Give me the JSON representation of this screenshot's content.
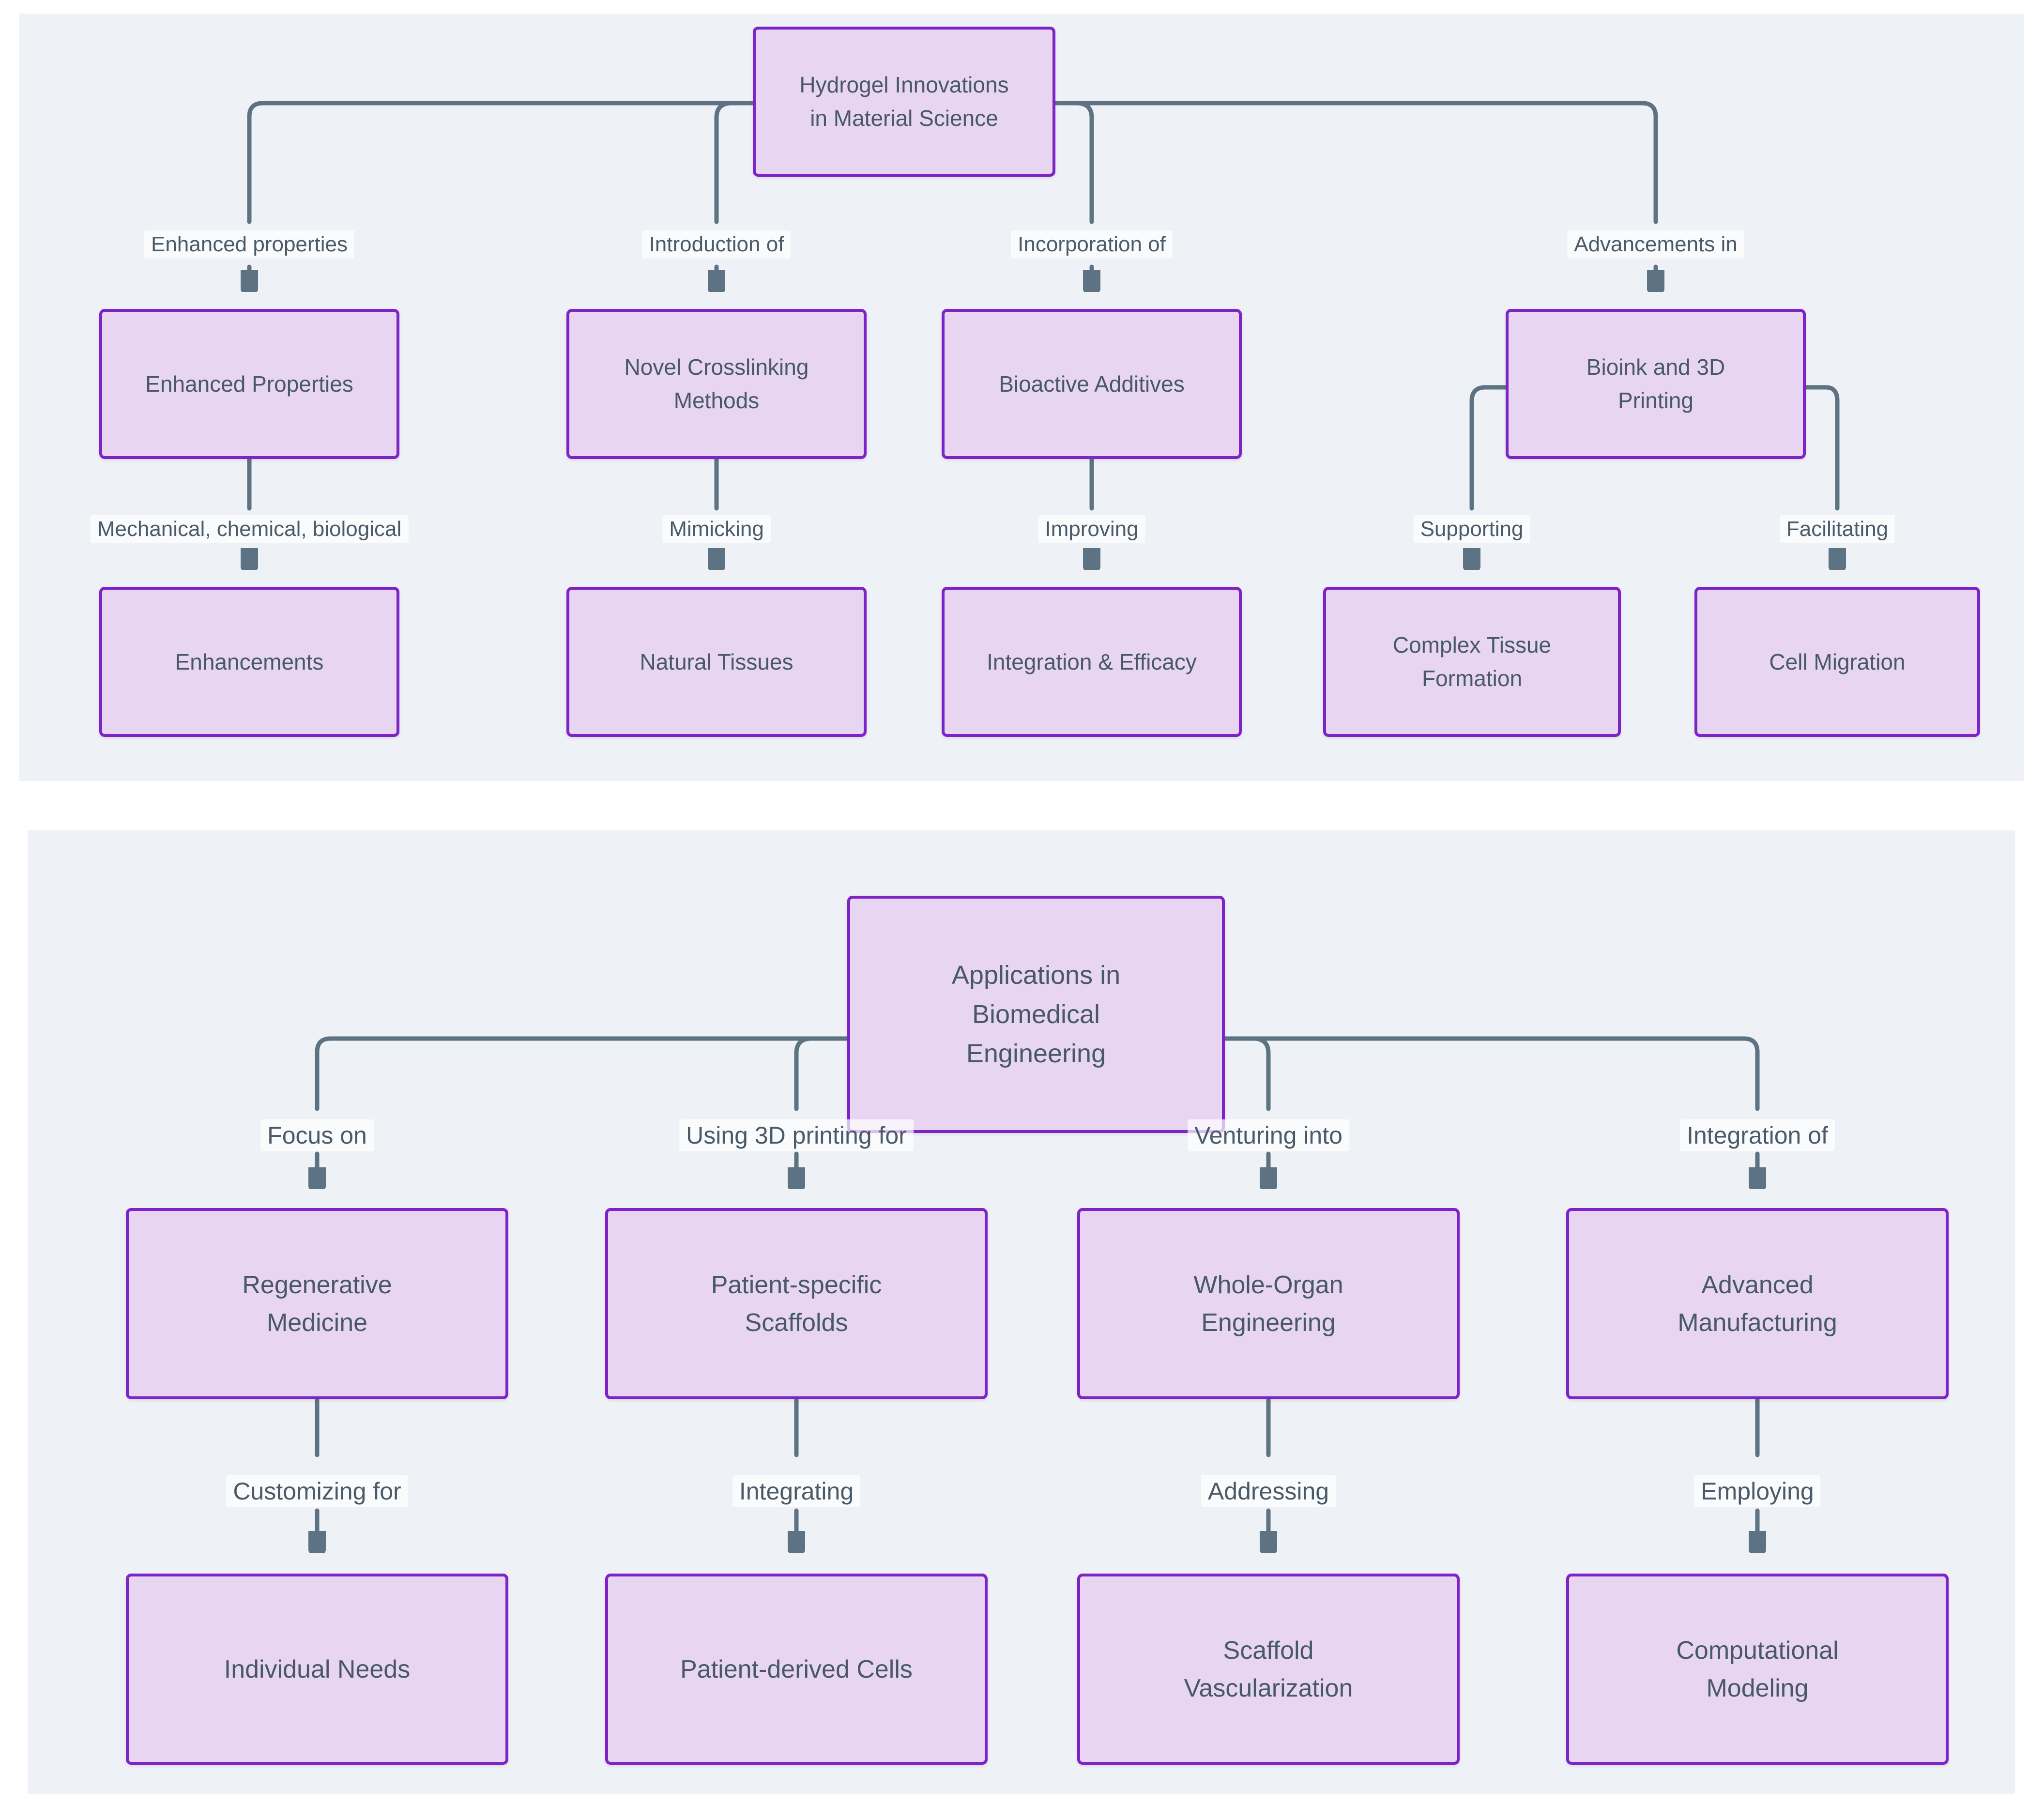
{
  "colors": {
    "panel_bg": "#eef1f5",
    "node_fill": "#e8d5f1",
    "node_border": "#7e23c8",
    "node_text": "#47586a",
    "edge": "#5d7282",
    "edge_label_text": "#4a5a68"
  },
  "diagram1": {
    "root": "Hydrogel Innovations\nin Material Science",
    "branches": [
      {
        "edge1": "Enhanced properties",
        "node1": "Enhanced Properties",
        "edge2": "Mechanical, chemical, biological",
        "node2": "Enhancements"
      },
      {
        "edge1": "Introduction of",
        "node1": "Novel Crosslinking\nMethods",
        "edge2": "Mimicking",
        "node2": "Natural Tissues"
      },
      {
        "edge1": "Incorporation of",
        "node1": "Bioactive Additives",
        "edge2": "Improving",
        "node2": "Integration & Efficacy"
      },
      {
        "edge1": "Advancements in",
        "node1": "Bioink and 3D\nPrinting",
        "edge2": "Supporting",
        "node2": "Complex Tissue\nFormation",
        "edge3": "Facilitating",
        "node3": "Cell Migration"
      }
    ]
  },
  "diagram2": {
    "root": "Applications in\nBiomedical\nEngineering",
    "branches": [
      {
        "edge1": "Focus on",
        "node1": "Regenerative\nMedicine",
        "edge2": "Customizing for",
        "node2": "Individual Needs"
      },
      {
        "edge1": "Using 3D printing for",
        "node1": "Patient-specific\nScaffolds",
        "edge2": "Integrating",
        "node2": "Patient-derived Cells"
      },
      {
        "edge1": "Venturing into",
        "node1": "Whole-Organ\nEngineering",
        "edge2": "Addressing",
        "node2": "Scaffold\nVascularization"
      },
      {
        "edge1": "Integration of",
        "node1": "Advanced\nManufacturing",
        "edge2": "Employing",
        "node2": "Computational\nModeling"
      }
    ]
  }
}
